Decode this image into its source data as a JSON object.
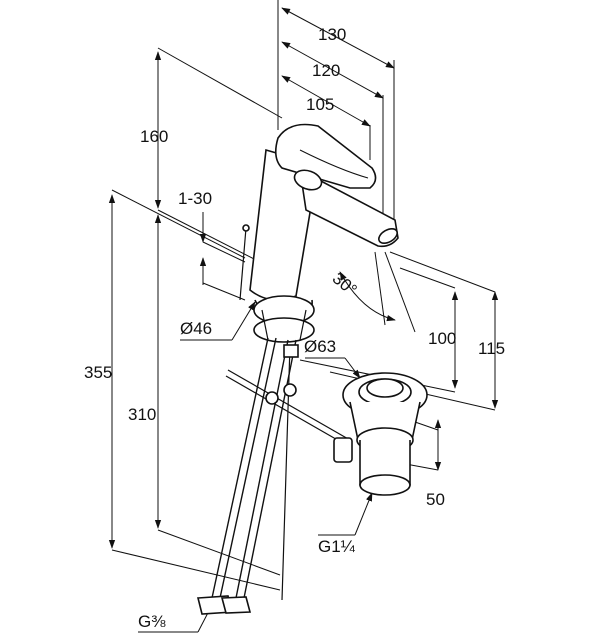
{
  "dimensions": {
    "overall_height": "355",
    "height_to_outlet": "310",
    "spout_height": "160",
    "lever_travel": "1-30",
    "base_diameter": "Ø46",
    "reach_total": "130",
    "reach_mid": "120",
    "reach_outlet": "105",
    "outlet_height": "100",
    "outlet_height_total": "115",
    "spray_angle": "30°",
    "drain_diameter": "Ø63",
    "drain_length": "50",
    "drain_thread": "G1¼",
    "supply_thread": "G⅜"
  }
}
